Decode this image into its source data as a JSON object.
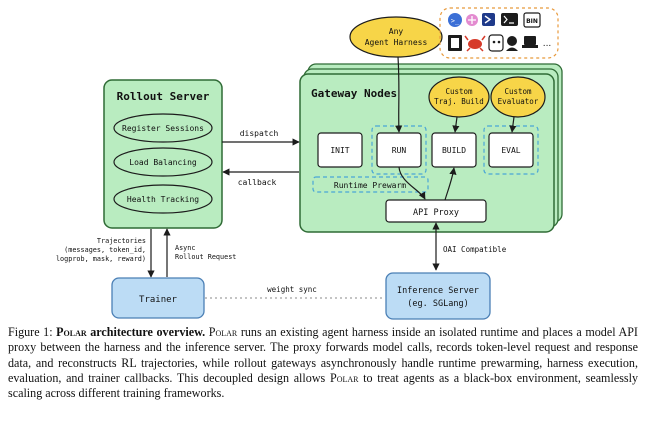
{
  "rollout_server": {
    "title": "Rollout Server",
    "items": [
      "Register Sessions",
      "Load Balancing",
      "Health Tracking"
    ]
  },
  "gateway": {
    "title": "Gateway Nodes",
    "stages": [
      "INIT",
      "RUN",
      "BUILD",
      "EVAL"
    ],
    "prewarm_label": "Runtime Prewarm",
    "api_proxy": "API Proxy",
    "custom_build": [
      "Custom",
      "Traj. Build"
    ],
    "custom_evaluator": [
      "Custom",
      "Evaluator"
    ]
  },
  "agent_harness": [
    "Any",
    "Agent Harness"
  ],
  "edges": {
    "dispatch": "dispatch",
    "callback": "callback",
    "trajectories": [
      "Trajectories",
      "(messages, token_id,",
      "logprob, mask, reward)"
    ],
    "async_rollout": [
      "Async",
      "Rollout Request"
    ],
    "oai_compatible": "OAI Compatible",
    "weight_sync": "weight sync"
  },
  "trainer": "Trainer",
  "inference_server": [
    "Inference Server",
    "(eg. SGLang)"
  ],
  "icons": {
    "row1": [
      "claude-code-icon",
      "openhands-icon",
      "powershell-icon",
      "terminal-icon",
      "bin-icon"
    ],
    "row2": [
      "notebook-icon",
      "crab-icon",
      "agent-char-icon",
      "robot-icon",
      "laptop-icon"
    ],
    "more": "..."
  },
  "colors": {
    "green_fill": "#b9ecc0",
    "green_border": "#2f6b35",
    "yellow": "#f7d548",
    "blue_fill": "#bcdcf5",
    "blue_border": "#4a7fb5",
    "dashed_teal": "#4aa6d6"
  },
  "caption": {
    "fig_label": "Figure 1:",
    "polar": "Polar",
    "bold_title": "architecture overview.",
    "part1": "runs an existing agent harness inside an isolated runtime and places a model API proxy between the harness and the inference server. The proxy forwards model calls, records token-level request and response data, and reconstructs RL trajectories, while rollout gateways asynchronously handle runtime prewarming, harness execution, evaluation, and trainer callbacks. This decoupled design allows",
    "part2": "to treat agents as a black-box environment, seamlessly scaling across different training frameworks."
  }
}
